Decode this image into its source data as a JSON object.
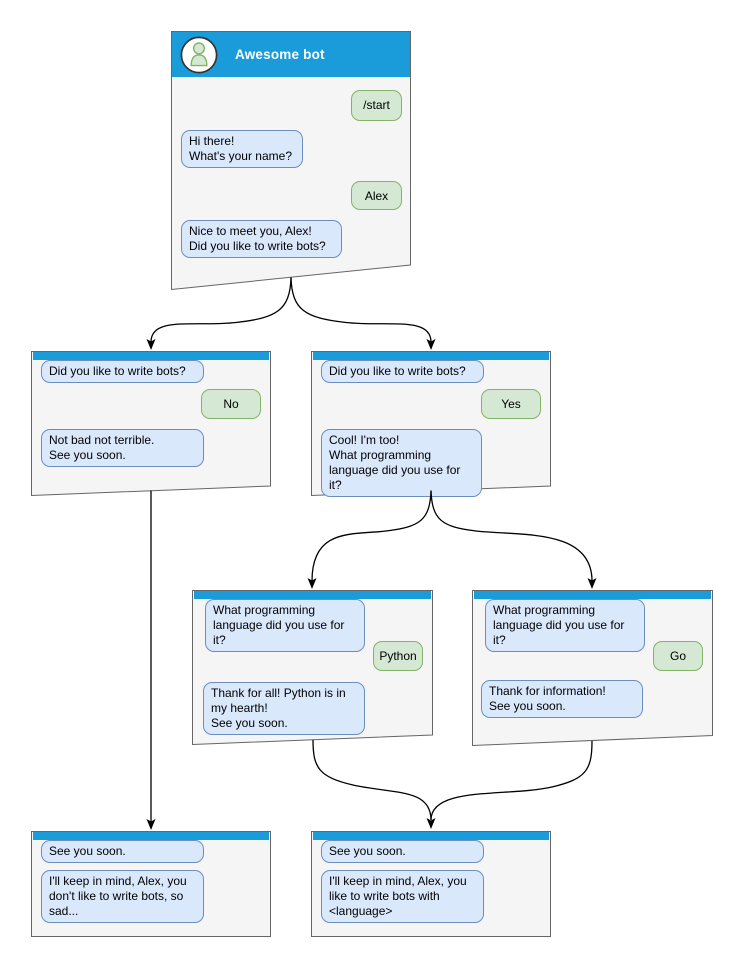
{
  "diagram": {
    "type": "chatbot-conversation-flowchart",
    "nodes": [
      {
        "id": "awesome-bot",
        "title": "Awesome bot",
        "messages": [
          {
            "side": "user",
            "text": "/start"
          },
          {
            "side": "bot",
            "text": "Hi there!\nWhat's your name?"
          },
          {
            "side": "user",
            "text": "Alex"
          },
          {
            "side": "bot",
            "text": "Nice to meet you, Alex!\nDid you like to write bots?"
          }
        ]
      },
      {
        "id": "no-branch",
        "messages": [
          {
            "side": "bot",
            "text": "Did you like to write bots?"
          },
          {
            "side": "user",
            "text": "No"
          },
          {
            "side": "bot",
            "text": "Not bad not terrible.\nSee you soon."
          }
        ]
      },
      {
        "id": "yes-branch",
        "messages": [
          {
            "side": "bot",
            "text": "Did you like to write bots?"
          },
          {
            "side": "user",
            "text": "Yes"
          },
          {
            "side": "bot",
            "text": "Cool! I'm too!\nWhat programming\nlanguage did you use for it?"
          }
        ]
      },
      {
        "id": "python-branch",
        "messages": [
          {
            "side": "bot",
            "text": "What programming\nlanguage did you use for it?"
          },
          {
            "side": "user",
            "text": "Python"
          },
          {
            "side": "bot",
            "text": "Thank for all! Python is in\nmy hearth!\nSee you soon."
          }
        ]
      },
      {
        "id": "go-branch",
        "messages": [
          {
            "side": "bot",
            "text": "What programming\nlanguage did you use for it?"
          },
          {
            "side": "user",
            "text": "Go"
          },
          {
            "side": "bot",
            "text": "Thank for information!\nSee you soon."
          }
        ]
      },
      {
        "id": "end-no",
        "messages": [
          {
            "side": "bot",
            "text": "See you soon."
          },
          {
            "side": "bot",
            "text": "I'll keep in mind, Alex, you\ndon't like to write bots, so\nsad..."
          }
        ]
      },
      {
        "id": "end-yes",
        "messages": [
          {
            "side": "bot",
            "text": "See you soon."
          },
          {
            "side": "bot",
            "text": "I'll keep in mind, Alex, you\nlike to write bots with\n<language>"
          }
        ]
      }
    ],
    "edges": [
      {
        "from": "awesome-bot",
        "to": "no-branch"
      },
      {
        "from": "awesome-bot",
        "to": "yes-branch"
      },
      {
        "from": "yes-branch",
        "to": "python-branch"
      },
      {
        "from": "yes-branch",
        "to": "go-branch"
      },
      {
        "from": "no-branch",
        "to": "end-no"
      },
      {
        "from": "python-branch",
        "to": "end-yes"
      },
      {
        "from": "go-branch",
        "to": "end-yes"
      }
    ]
  },
  "colors": {
    "header_blue": "#1a9cdb",
    "window_bg": "#f5f5f5",
    "window_border": "#666666",
    "bot_bubble_bg": "#dae8fc",
    "bot_bubble_border": "#6c8ebf",
    "user_bubble_bg": "#d5e8d4",
    "user_bubble_border": "#82b366",
    "title_text": "#ffffff",
    "edge_color": "#000000"
  }
}
